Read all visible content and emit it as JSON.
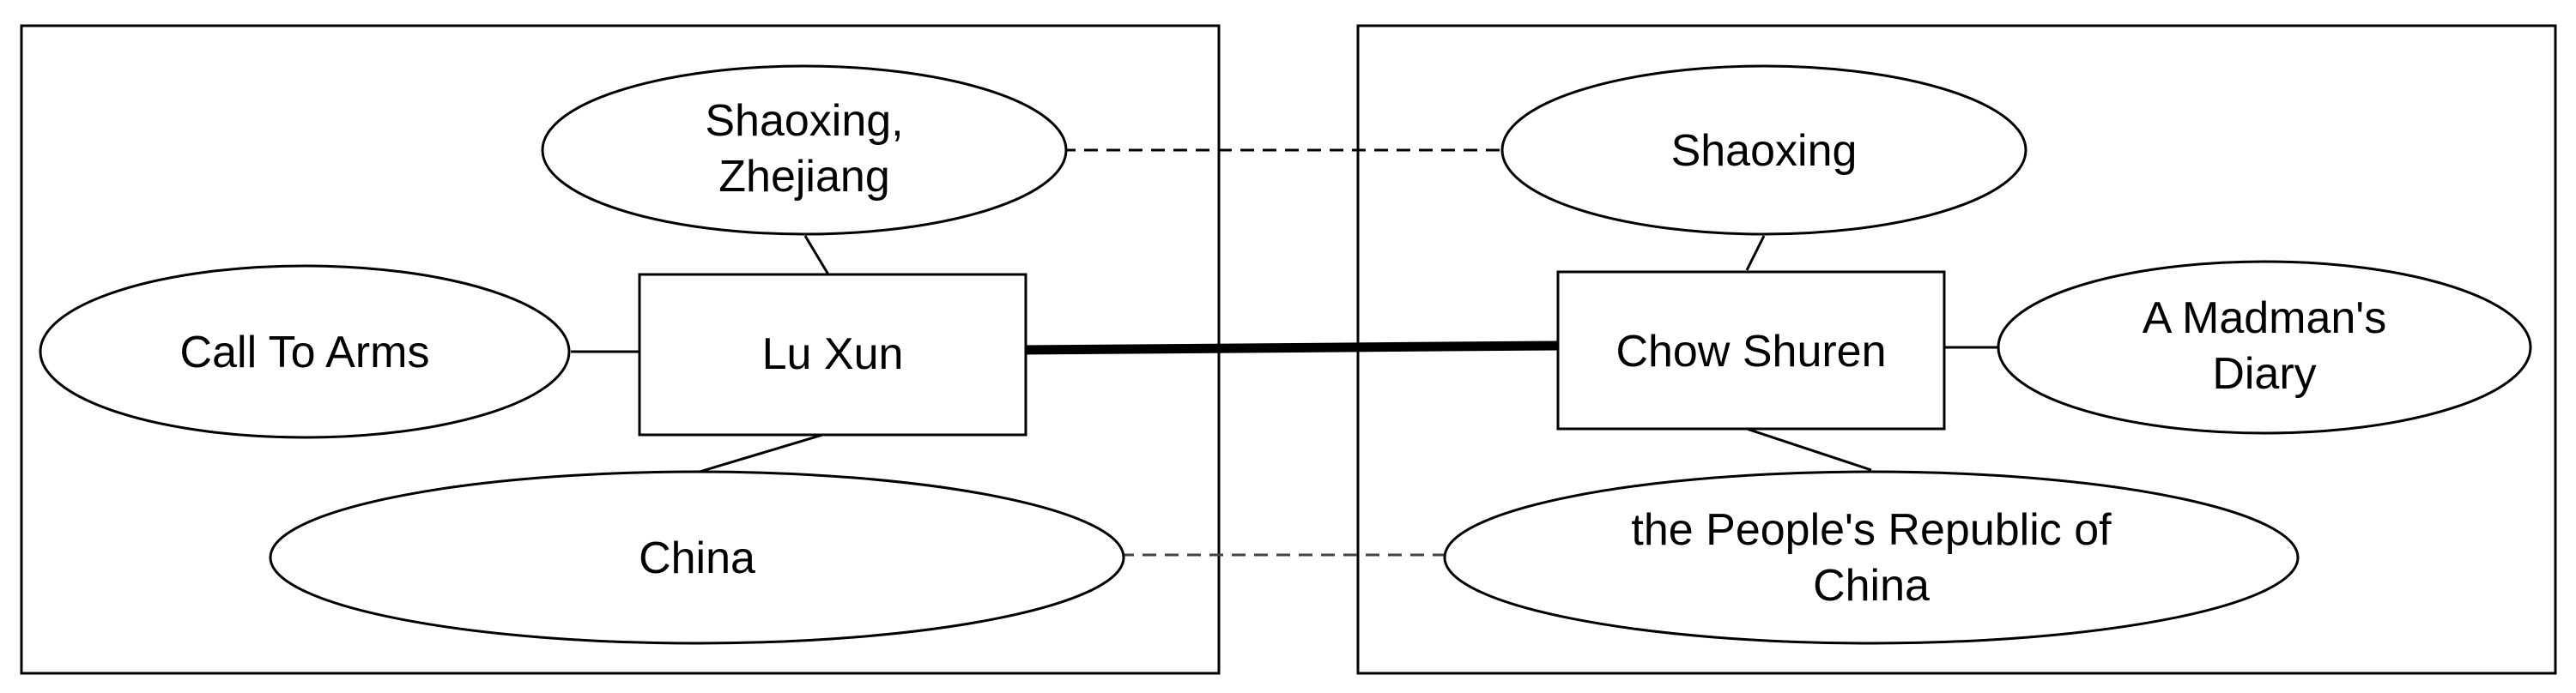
{
  "left_panel": {
    "center": "Lu Xun",
    "nodes": {
      "birthplace": [
        "Shaoxing,",
        "Zhejiang"
      ],
      "work": [
        "Call To Arms"
      ],
      "country": [
        "China"
      ]
    }
  },
  "right_panel": {
    "center": "Chow Shuren",
    "nodes": {
      "birthplace": [
        "Shaoxing"
      ],
      "work": [
        "A Madman's",
        "Diary"
      ],
      "country": [
        "the People's Republic of",
        "China"
      ]
    }
  },
  "colors": {
    "stroke": "#000000",
    "dashed_link": "#444444",
    "background": "#ffffff"
  }
}
